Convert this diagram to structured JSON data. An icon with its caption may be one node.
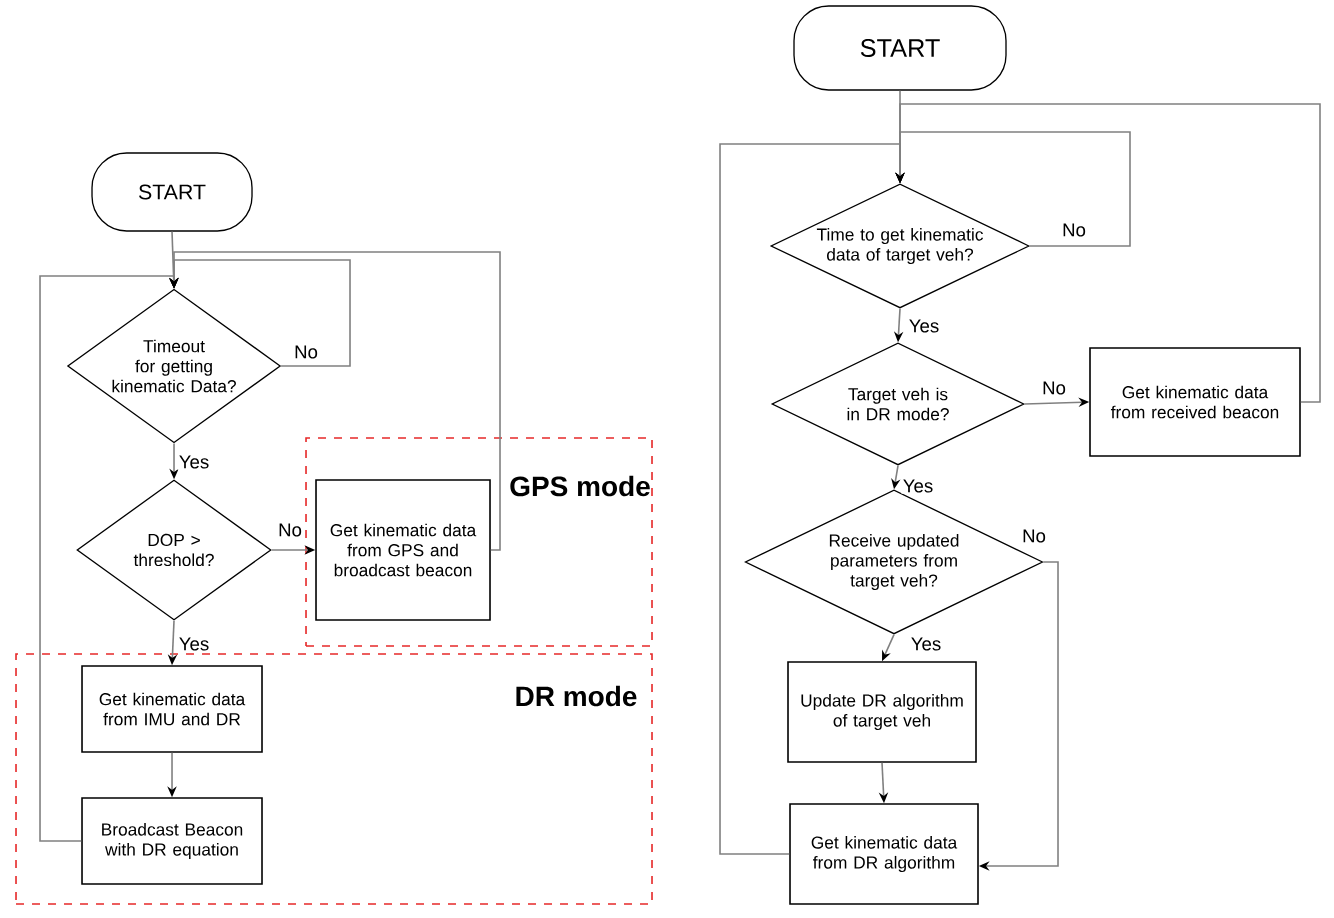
{
  "diagram": {
    "nodes": [
      {
        "text": [
          "GPS mode"
        ]
      },
      {
        "text": [
          "DR mode"
        ]
      },
      {
        "text": [
          "START"
        ]
      },
      {
        "text": [
          "Timeout for getting kinematic Data?"
        ]
      },
      {
        "text": [
          "DOP > threshold?"
        ]
      },
      {
        "text": [
          "Get kinematic data from GPS and broadcast beacon"
        ],
        "in": 0
      },
      {
        "text": [
          "Get kinematic data from IMU and DR"
        ],
        "in": 1
      },
      {
        "text": [
          "Broadcast Beacon with DR equation"
        ],
        "in": 1
      },
      {
        "text": [
          "START"
        ]
      },
      {
        "text": [
          "Time to get kinematic data of target veh?"
        ]
      },
      {
        "text": [
          "Target veh is in DR mode?"
        ]
      },
      {
        "text": [
          "Get kinematic data from received beacon"
        ]
      },
      {
        "text": [
          "Receive updated parameters from target veh?"
        ]
      },
      {
        "text": [
          "Update DR algorithm of target veh"
        ]
      },
      {
        "text": [
          "Get kinematic data from DR algorithm"
        ]
      }
    ],
    "edges": [
      {
        "from": 2,
        "to": 3,
        "arrow": "to"
      },
      {
        "from": 3,
        "to": 3,
        "arrow": "to",
        "label": "No"
      },
      {
        "from": 3,
        "to": 4,
        "arrow": "to",
        "label": "Yes"
      },
      {
        "from": 4,
        "to": 5,
        "arrow": "to",
        "label": "No"
      },
      {
        "from": 5,
        "to": 3,
        "arrow": "to"
      },
      {
        "from": 4,
        "to": 6,
        "arrow": "to",
        "label": "Yes"
      },
      {
        "from": 6,
        "to": 7,
        "arrow": "to"
      },
      {
        "from": 7,
        "to": 3,
        "arrow": "to"
      },
      {
        "from": 8,
        "to": 9,
        "arrow": "to"
      },
      {
        "from": 9,
        "to": 9,
        "arrow": "to",
        "label": "No"
      },
      {
        "from": 9,
        "to": 10,
        "arrow": "to",
        "label": "Yes"
      },
      {
        "from": 10,
        "to": 11,
        "arrow": "to",
        "label": "No"
      },
      {
        "from": 11,
        "to": 9,
        "arrow": "to"
      },
      {
        "from": 10,
        "to": 12,
        "arrow": "to",
        "label": "Yes"
      },
      {
        "from": 12,
        "to": 13,
        "arrow": "to",
        "label": "Yes"
      },
      {
        "from": 12,
        "to": 14,
        "arrow": "to",
        "label": "No"
      },
      {
        "from": 13,
        "to": 14,
        "arrow": "to"
      },
      {
        "from": 14,
        "to": 9,
        "arrow": "to"
      }
    ]
  }
}
